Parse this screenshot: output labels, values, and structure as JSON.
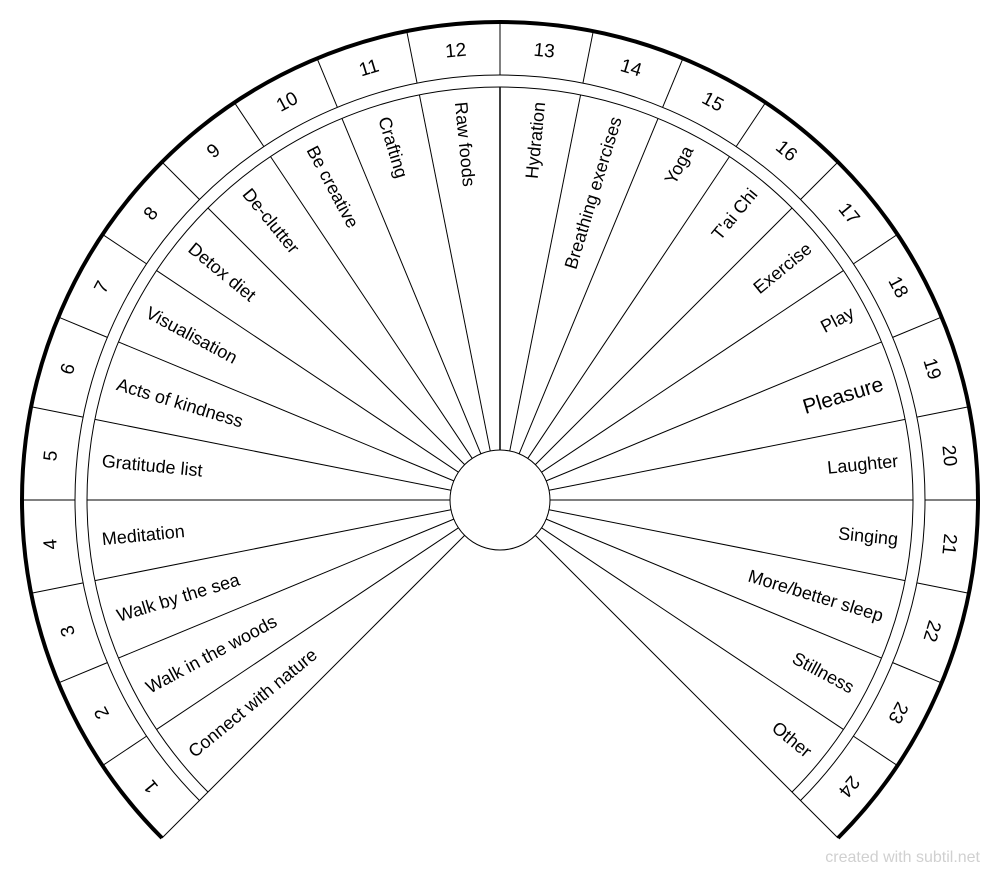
{
  "chart_data": {
    "type": "pendulum-chart",
    "sector_numbers": [
      "1",
      "2",
      "3",
      "4",
      "5",
      "6",
      "7",
      "8",
      "9",
      "10",
      "11",
      "12",
      "13",
      "14",
      "15",
      "16",
      "17",
      "18",
      "19",
      "20",
      "21",
      "22",
      "23",
      "24"
    ],
    "labels": [
      "Connect with nature",
      "Walk in the woods",
      "Walk by the sea",
      "Meditation",
      "Gratitude list",
      "Acts of kindness",
      "Visualisation",
      "Detox diet",
      "De-clutter",
      "Be creative",
      "Crafting",
      "Raw foods",
      "Hydration",
      "Breathing exercises",
      "Yoga",
      "T'ai Chi",
      "Exercise",
      "Play",
      "Pleasure",
      "Laughter",
      "Singing",
      "More/better sleep",
      "Stillness",
      "Other"
    ],
    "span_degrees": 270
  },
  "credit": "created with subtil.net"
}
